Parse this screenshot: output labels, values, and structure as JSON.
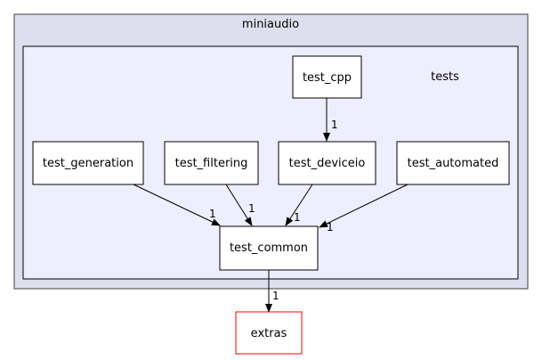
{
  "clusters": {
    "outer": {
      "label": "miniaudio",
      "fill": "#dedeef",
      "stroke": "#404040"
    },
    "inner": {
      "label": "tests",
      "fill": "#eeeeff",
      "stroke": "#000000"
    }
  },
  "nodes": {
    "test_cpp": "test_cpp",
    "test_generation": "test_generation",
    "test_filtering": "test_filtering",
    "test_deviceio": "test_deviceio",
    "test_automated": "test_automated",
    "test_common": "test_common",
    "extras": "extras"
  },
  "node_colors": {
    "default_stroke": "#000000",
    "external_stroke": "#ff0000"
  },
  "edges": [
    {
      "from": "test_cpp",
      "to": "test_deviceio",
      "label": "1"
    },
    {
      "from": "test_generation",
      "to": "test_common",
      "label": "1"
    },
    {
      "from": "test_filtering",
      "to": "test_common",
      "label": "1"
    },
    {
      "from": "test_deviceio",
      "to": "test_common",
      "label": "1"
    },
    {
      "from": "test_automated",
      "to": "test_common",
      "label": "1"
    },
    {
      "from": "test_common",
      "to": "extras",
      "label": "1"
    }
  ]
}
